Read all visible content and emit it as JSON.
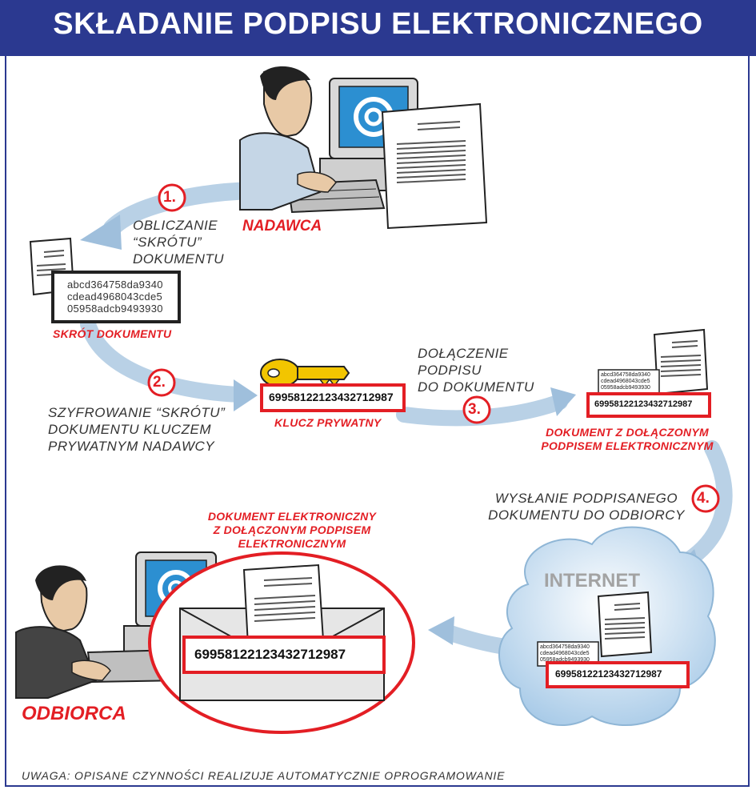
{
  "title": "SKŁADANIE PODPISU ELEKTRONICZNEGO",
  "steps": [
    {
      "number": "1.",
      "lines": [
        "OBLICZANIE",
        "“SKRÓTU”",
        "DOKUMENTU"
      ]
    },
    {
      "number": "2.",
      "lines": [
        "SZYFROWANIE “SKRÓTU”",
        "DOKUMENTU KLUCZEM",
        "PRYWATNYM NADAWCY"
      ]
    },
    {
      "number": "3.",
      "lines": [
        "DOŁĄCZENIE",
        "PODPISU",
        "DO DOKUMENTU"
      ]
    },
    {
      "number": "4.",
      "lines": [
        "WYSŁANIE PODPISANEGO",
        "DOKUMENTU DO ODBIORCY"
      ]
    }
  ],
  "hash": {
    "lines": [
      "abcd364758da9340",
      "cdead4968043cde5",
      "05958adcb9493930"
    ]
  },
  "signature": "69958122123432712987",
  "labels": {
    "sender": "NADAWCA",
    "recipient": "ODBIORCA",
    "hash_caption": "SKRÓT DOKUMENTU",
    "private_key": "KLUCZ PRYWATNY",
    "signed_document": [
      "DOKUMENT Z DOŁĄCZONYM",
      "PODPISEM ELEKTRONICZNYM"
    ],
    "internet": "INTERNET",
    "delivered_document": [
      "DOKUMENT ELEKTRONICZNY",
      "Z DOŁĄCZONYM PODPISEM",
      "ELEKTRONICZNYM"
    ]
  },
  "footer_note": "UWAGA: OPISANE CZYNNOŚCI REALIZUJE AUTOMATYCZNIE OPROGRAMOWANIE",
  "colors": {
    "banner": "#2b3990",
    "accent_red": "#e31e24",
    "arrow": "#b9d1e6",
    "screen": "#2c8fd1",
    "key": "#f2c500"
  }
}
